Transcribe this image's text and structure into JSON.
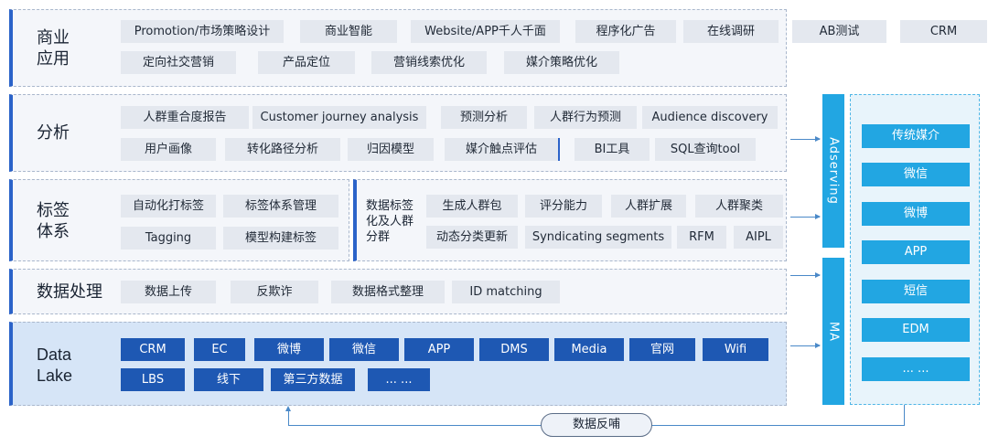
{
  "business": {
    "title": "商业\n应用",
    "tags": [
      "Promotion/市场策略设计",
      "商业智能",
      "Website/APP千人千面",
      "程序化广告",
      "在线调研",
      "AB测试",
      "CRM",
      "定向社交营销",
      "产品定位",
      "营销线索优化",
      "媒介策略优化"
    ]
  },
  "analysis": {
    "title": "分析",
    "tags": [
      "人群重合度报告",
      "Customer journey analysis",
      "预测分析",
      "人群行为预测",
      "Audience discovery",
      "用户画像",
      "转化路径分析",
      "归因模型",
      "媒介触点评估",
      "BI工具",
      "SQL查询tool"
    ]
  },
  "labels": {
    "title": "标签\n体系",
    "tags": [
      "自动化打标签",
      "标签体系管理",
      "Tagging",
      "模型构建标签"
    ],
    "subsection": {
      "title": "数据标签\n化及人群\n分群",
      "tags": [
        "生成人群包",
        "评分能力",
        "人群扩展",
        "人群聚类",
        "动态分类更新",
        "Syndicating segments",
        "RFM",
        "AIPL"
      ]
    }
  },
  "processing": {
    "title": "数据处理",
    "tags": [
      "数据上传",
      "反欺诈",
      "数据格式整理",
      "ID matching"
    ]
  },
  "datalake": {
    "title": "Data\nLake",
    "tags": [
      "CRM",
      "EC",
      "微博",
      "微信",
      "APP",
      "DMS",
      "Media",
      "官网",
      "Wifi",
      "LBS",
      "线下",
      "第三方数据",
      "... ..."
    ]
  },
  "channels": {
    "adserving": "Adserving",
    "ma": "MA"
  },
  "media": [
    "传统媒介",
    "微信",
    "微博",
    "APP",
    "短信",
    "EDM",
    "... ..."
  ],
  "feedback": "数据反哺",
  "colors": {
    "accent_blue": "#2b63c9",
    "dark_tag": "#1e58b3",
    "cyan": "#22a6e2",
    "light_tag": "#e4e8ef"
  }
}
